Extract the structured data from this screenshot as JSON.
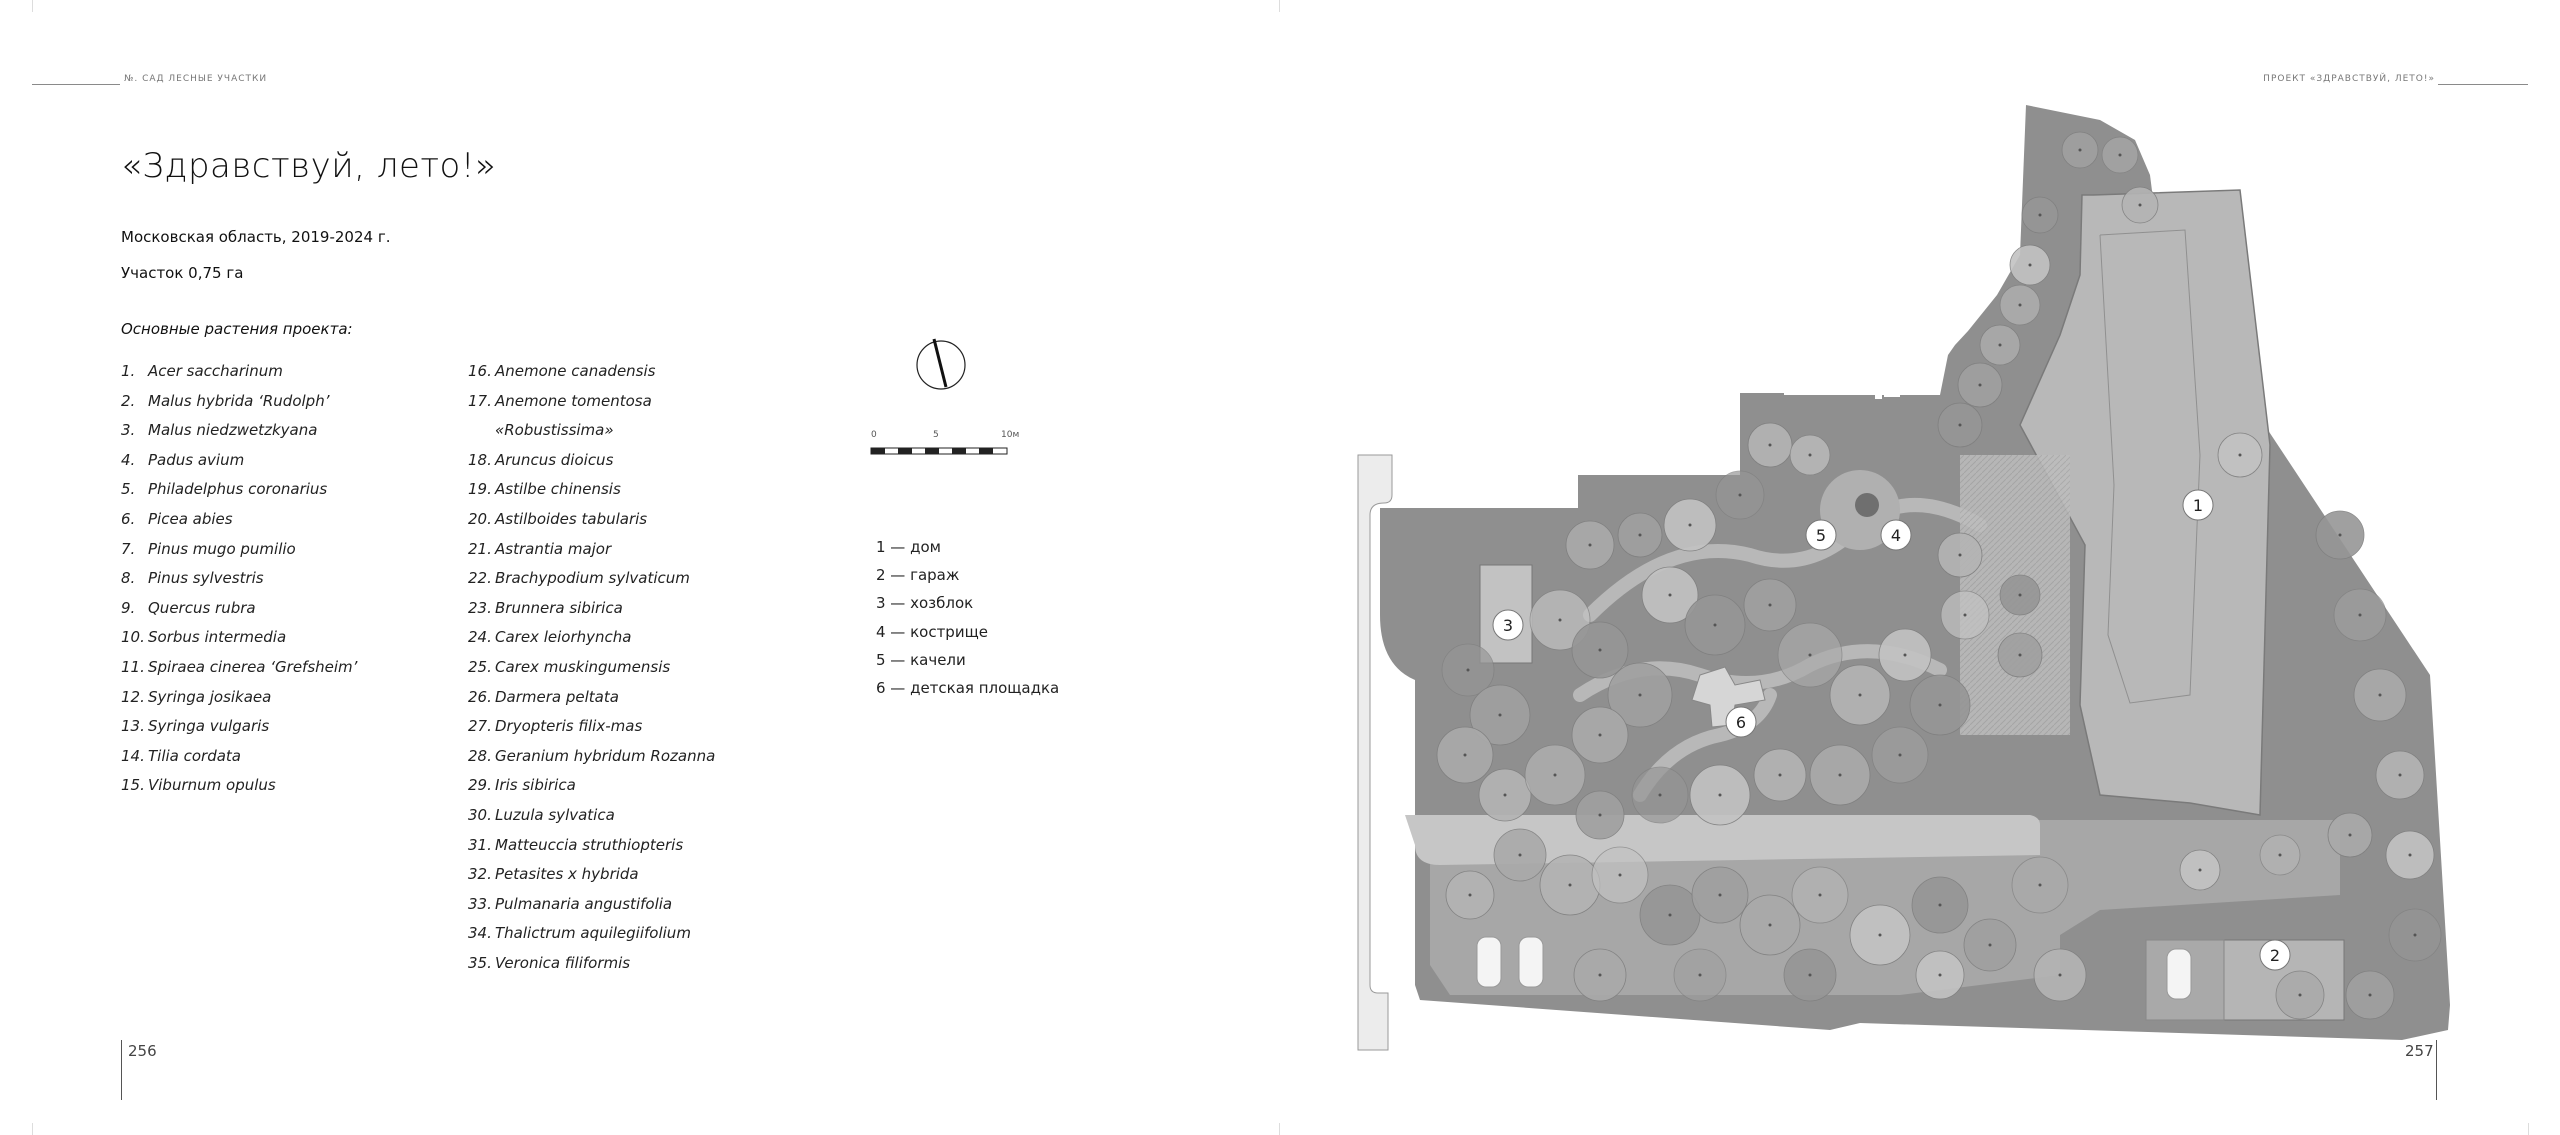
{
  "header": {
    "left_label": "№. САД   ЛЕСНЫЕ УЧАСТКИ",
    "right_label": "ПРОЕКТ «ЗДРАВСТВУЙ, ЛЕТО!»"
  },
  "project": {
    "title": "«Здравствуй, лето!»",
    "location": "Московская область, 2019-2024 г.",
    "area": "Участок 0,75 га"
  },
  "plants": {
    "heading": "Основные растения проекта:",
    "column1": [
      {
        "num": "1.",
        "name": "Acer saccharinum"
      },
      {
        "num": "2.",
        "name": "Malus hybrida ‘Rudolph’"
      },
      {
        "num": "3.",
        "name": "Malus niedzwetzkyana"
      },
      {
        "num": "4.",
        "name": "Padus avium"
      },
      {
        "num": "5.",
        "name": "Philadelphus coronarius"
      },
      {
        "num": "6.",
        "name": "Picea abies"
      },
      {
        "num": "7.",
        "name": "Pinus mugo pumilio"
      },
      {
        "num": "8.",
        "name": "Pinus sylvestris"
      },
      {
        "num": "9.",
        "name": "Quercus rubra"
      },
      {
        "num": "10.",
        "name": "Sorbus intermedia"
      },
      {
        "num": "11.",
        "name": "Spiraea cinerea ‘Grefsheim’"
      },
      {
        "num": "12.",
        "name": "Syringa josikaea"
      },
      {
        "num": "13.",
        "name": "Syringa vulgaris"
      },
      {
        "num": "14.",
        "name": "Tilia cordata"
      },
      {
        "num": "15.",
        "name": "Viburnum opulus"
      }
    ],
    "column2": [
      {
        "num": "16.",
        "name": "Anemone canadensis"
      },
      {
        "num": "17.",
        "name": "Anemone tomentosa"
      },
      {
        "num": "",
        "name": "«Robustissima»"
      },
      {
        "num": "18.",
        "name": "Aruncus dioicus"
      },
      {
        "num": "19.",
        "name": "Astilbe chinensis"
      },
      {
        "num": "20.",
        "name": "Astilboides tabularis"
      },
      {
        "num": "21.",
        "name": "Astrantia major"
      },
      {
        "num": "22.",
        "name": "Brachypodium sylvaticum"
      },
      {
        "num": "23.",
        "name": "Brunnera sibirica"
      },
      {
        "num": "24.",
        "name": "Carex leiorhyncha"
      },
      {
        "num": "25.",
        "name": "Carex muskingumensis"
      },
      {
        "num": "26.",
        "name": "Darmera peltata"
      },
      {
        "num": "27.",
        "name": "Dryopteris filix-mas"
      },
      {
        "num": "28.",
        "name": "Geranium hybridum Rozanna"
      },
      {
        "num": "29.",
        "name": "Iris sibirica"
      },
      {
        "num": "30.",
        "name": "Luzula sylvatica"
      },
      {
        "num": "31.",
        "name": "Matteuccia struthiopteris"
      },
      {
        "num": "32.",
        "name": "Petasites x hybrida"
      },
      {
        "num": "33.",
        "name": "Pulmanaria angustifolia"
      },
      {
        "num": "34.",
        "name": "Thalictrum aquilegiifolium"
      },
      {
        "num": "35.",
        "name": "Veronica filiformis"
      }
    ]
  },
  "scale": {
    "labels": [
      "0",
      "5",
      "10м"
    ]
  },
  "legend": [
    "1 — дом",
    "2 — гараж",
    "3 — хозблок",
    "4 — кострище",
    "5 — качели",
    "6 — детская площадка"
  ],
  "plan_markers": [
    "1",
    "2",
    "3",
    "4",
    "5",
    "6"
  ],
  "pages": {
    "left": "256",
    "right": "257"
  }
}
